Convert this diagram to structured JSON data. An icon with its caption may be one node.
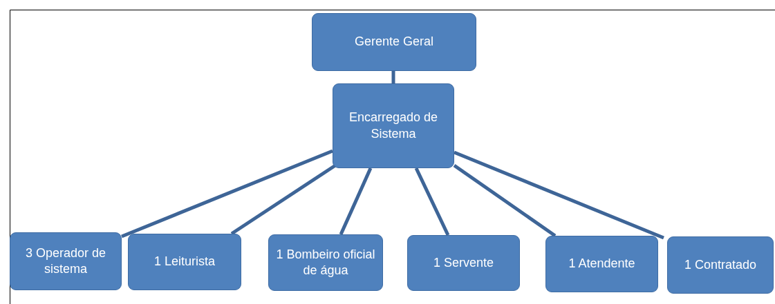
{
  "diagram": {
    "nodes": [
      {
        "text": [
          "Gerente Geral"
        ]
      },
      {
        "text": [
          "Encarregado de Sistema"
        ]
      },
      {
        "text": [
          "3 Operador de sistema"
        ]
      },
      {
        "text": [
          "1 Leiturista"
        ]
      },
      {
        "text": [
          "1 Bombeiro oficial de água"
        ]
      },
      {
        "text": [
          "1 Servente"
        ]
      },
      {
        "text": [
          "1 Atendente"
        ]
      },
      {
        "text": [
          "1 Contratado"
        ]
      }
    ],
    "edges": [
      {
        "from": 0,
        "to": 1,
        "arrow": "none"
      },
      {
        "from": 1,
        "to": 2,
        "arrow": "none"
      },
      {
        "from": 1,
        "to": 3,
        "arrow": "none"
      },
      {
        "from": 1,
        "to": 4,
        "arrow": "none"
      },
      {
        "from": 1,
        "to": 5,
        "arrow": "none"
      },
      {
        "from": 1,
        "to": 6,
        "arrow": "none"
      },
      {
        "from": 1,
        "to": 7,
        "arrow": "none"
      }
    ]
  }
}
